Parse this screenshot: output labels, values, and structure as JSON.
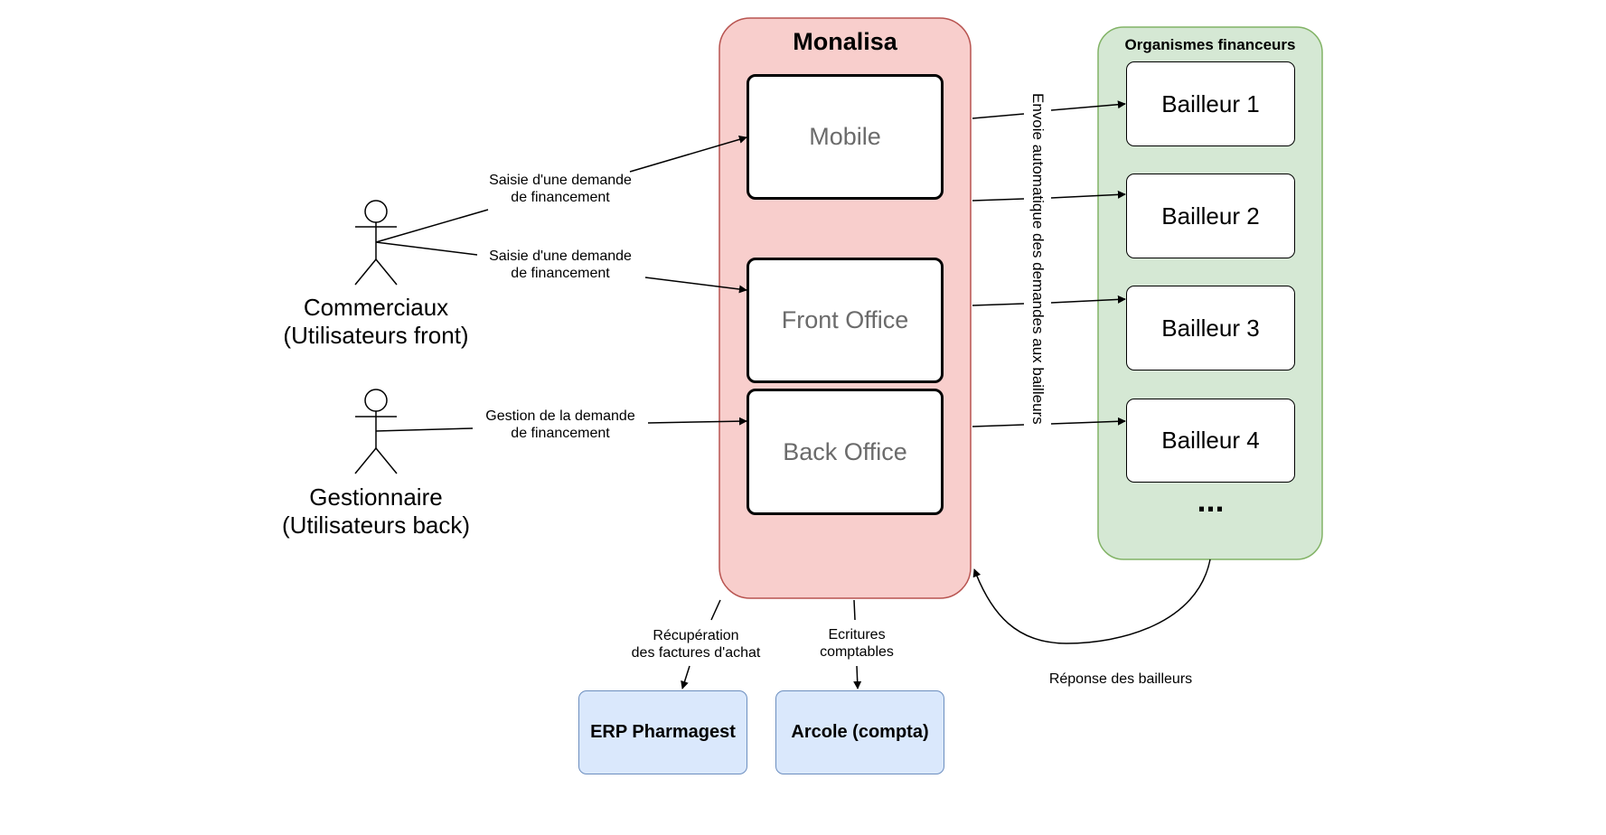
{
  "monalisa": {
    "title": "Monalisa",
    "modules": [
      "Mobile",
      "Front Office",
      "Back Office"
    ],
    "fill": "#f8cecc",
    "stroke": "#b85450"
  },
  "organismes": {
    "title": "Organismes financeurs",
    "lessors": [
      "Bailleur 1",
      "Bailleur 2",
      "Bailleur 3",
      "Bailleur 4"
    ],
    "more": "...",
    "fill": "#d5e8d4",
    "stroke": "#82b366"
  },
  "actors": {
    "commerciaux": {
      "name": "Commerciaux",
      "role": "(Utilisateurs front)"
    },
    "gestionnaire": {
      "name": "Gestionnaire",
      "role": "(Utilisateurs back)"
    }
  },
  "edges": {
    "saisie_mobile": [
      "Saisie d'une demande",
      "de financement"
    ],
    "saisie_front": [
      "Saisie d'une demande",
      "de financement"
    ],
    "gestion_back": [
      "Gestion de la demande",
      "de financement"
    ],
    "envoi": "Envoie automatique des demandes aux bailleurs",
    "reponse": "Réponse des bailleurs",
    "recuperation": [
      "Récupération",
      "des factures d'achat"
    ],
    "ecritures": [
      "Ecritures",
      "comptables"
    ]
  },
  "externals": {
    "erp": "ERP Pharmagest",
    "arcole": "Arcole (compta)",
    "fill": "#dae8fc",
    "stroke": "#6c8ebf"
  }
}
